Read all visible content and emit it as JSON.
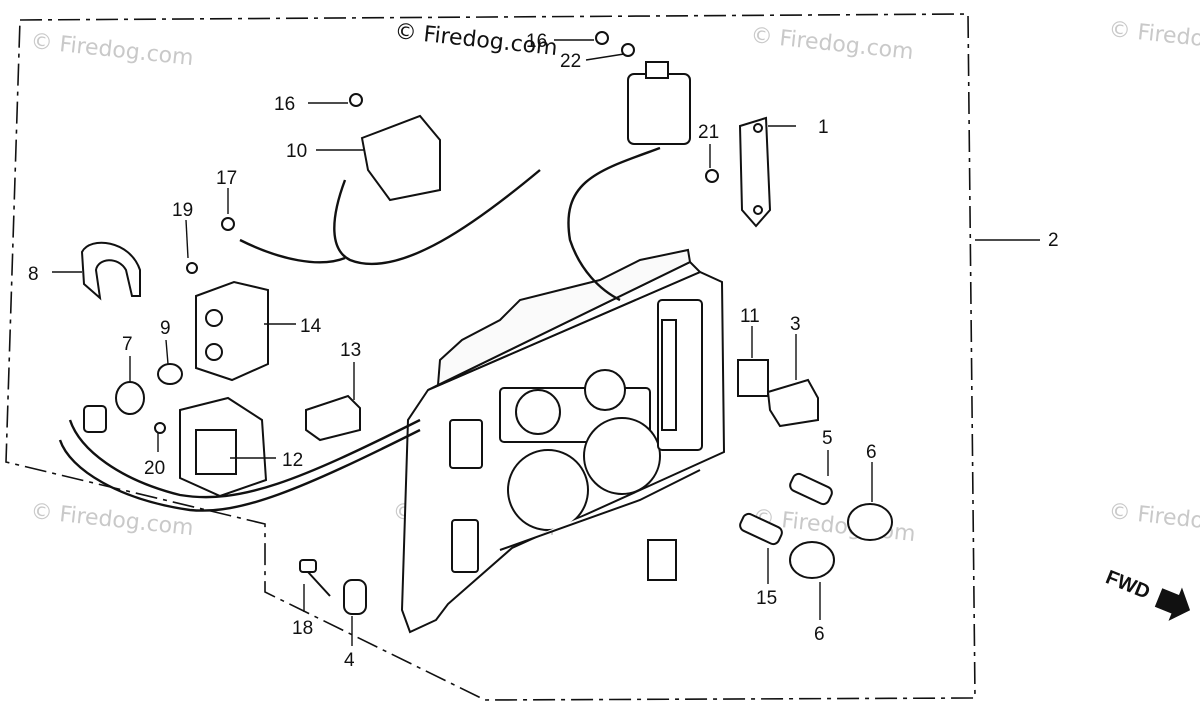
{
  "diagram": {
    "watermark_top": "© Firedog.com",
    "watermark_faint": "© Firedog.com",
    "watermark_faint_partial": "© Firedo",
    "direction_label": "FWD",
    "callouts": [
      "1",
      "2",
      "3",
      "4",
      "5",
      "6",
      "6",
      "7",
      "8",
      "9",
      "10",
      "11",
      "12",
      "13",
      "14",
      "15",
      "16",
      "16",
      "17",
      "18",
      "19",
      "20",
      "21",
      "22"
    ]
  }
}
